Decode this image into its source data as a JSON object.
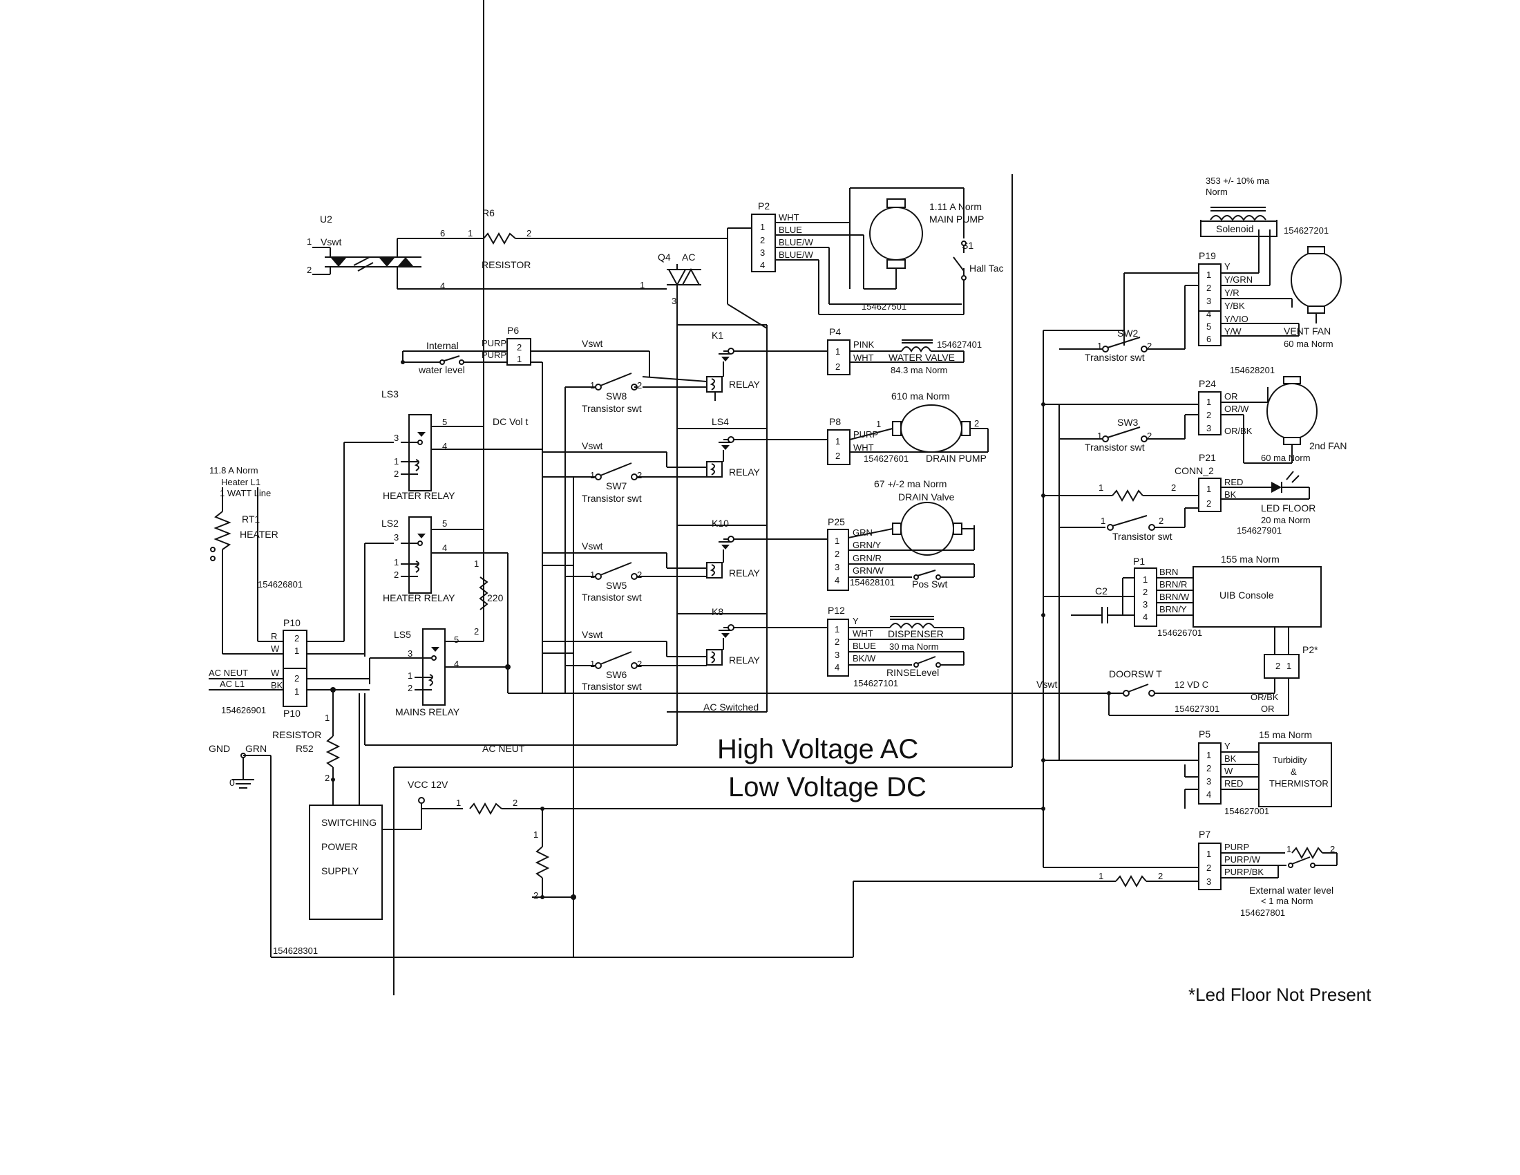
{
  "u2": {
    "ref": "U2",
    "vswt": "Vswt",
    "pin1": "1",
    "pin2": "2",
    "pin6": "6",
    "pin4": "4"
  },
  "r6": {
    "ref": "R6",
    "label": "RESISTOR",
    "pin1": "1",
    "pin2": "2"
  },
  "q4": {
    "ref": "Q4",
    "ac": "AC",
    "pin1": "1",
    "pin3": "3"
  },
  "p2": {
    "ref": "P2",
    "pins": [
      "1",
      "2",
      "3",
      "4"
    ],
    "wires": [
      "WHT",
      "BLUE",
      "BLUE/W",
      "BLUE/W"
    ],
    "part": "154627501"
  },
  "main_pump": {
    "spec": "1.11 A Norm",
    "label": "MAIN PUMP"
  },
  "s1": {
    "ref": "S1",
    "label": "Hall Tac"
  },
  "p6": {
    "ref": "P6",
    "pins": [
      "2",
      "1"
    ],
    "wires": [
      "PURP",
      "PURP"
    ]
  },
  "internal_water": {
    "line1": "Internal",
    "line2": "water level"
  },
  "vswt_labels": [
    "Vswt",
    "Vswt",
    "Vswt",
    "Vswt"
  ],
  "dc_volt": "DC Vol t",
  "k1": {
    "ref": "K1",
    "relay": "RELAY"
  },
  "sw8": {
    "ref": "SW8",
    "label": "Transistor swt"
  },
  "p4": {
    "ref": "P4",
    "pins": [
      "1",
      "2"
    ],
    "wires": [
      "PINK",
      "WHT"
    ],
    "part": "154627401",
    "label": "WATER VALVE",
    "spec": "84.3 ma Norm"
  },
  "ls4": {
    "ref": "LS4",
    "relay": "RELAY"
  },
  "sw7": {
    "ref": "SW7",
    "label": "Transistor swt"
  },
  "p8": {
    "ref": "P8",
    "pins": [
      "1",
      "2"
    ],
    "wires": [
      "PURP",
      "WHT"
    ],
    "part": "154627601",
    "label": "DRAIN PUMP",
    "spec": "610 ma Norm"
  },
  "k10": {
    "ref": "K10",
    "relay": "RELAY"
  },
  "sw5": {
    "ref": "SW5",
    "label": "Transistor swt"
  },
  "p25": {
    "ref": "P25",
    "pins": [
      "1",
      "2",
      "3",
      "4"
    ],
    "wires": [
      "GRN",
      "GRN/Y",
      "GRN/R",
      "GRN/W"
    ],
    "part": "154628101",
    "label": "DRAIN Valve",
    "spec": "67 +/-2 ma Norm",
    "pos": "Pos Swt"
  },
  "k8": {
    "ref": "K8",
    "relay": "RELAY"
  },
  "sw6": {
    "ref": "SW6",
    "label": "Transistor swt"
  },
  "p12": {
    "ref": "P12",
    "pins": [
      "1",
      "2",
      "3",
      "4"
    ],
    "wires": [
      "Y",
      "WHT",
      "BLUE",
      "BK/W"
    ],
    "part": "154627101",
    "label": "DISPENSER",
    "spec": "30 ma Norm",
    "rinse": "RINSELevel"
  },
  "ac_switched": "AC Switched",
  "ls3": {
    "ref": "LS3",
    "label": "HEATER RELAY"
  },
  "ls2": {
    "ref": "LS2",
    "label": "HEATER RELAY",
    "r": "220"
  },
  "ls5": {
    "ref": "LS5",
    "label": "MAINS RELAY"
  },
  "heater": {
    "spec1": "11.8 A Norm",
    "spec2": "Heater L1",
    "spec3": "1 WATT Line",
    "ref": "RT1",
    "label": "HEATER",
    "part": "154626801"
  },
  "p10": {
    "ref": "P10",
    "ref2": "P10",
    "wires": [
      "R",
      "W",
      "W",
      "BK"
    ],
    "pins": [
      "2",
      "1",
      "2",
      "1"
    ],
    "ac_neut": "AC NEUT",
    "ac_l1": "AC L1",
    "part": "154626901"
  },
  "r52": {
    "label": "RESISTOR",
    "ref": "R52"
  },
  "gnd": {
    "gnd": "GND",
    "grn": "GRN",
    "zero": "0"
  },
  "ac_neut2": "AC NEUT",
  "section": {
    "hv": "High Voltage AC",
    "lv": "Low Voltage DC"
  },
  "psu": {
    "l1": "SWITCHING",
    "l2": "POWER",
    "l3": "SUPPLY"
  },
  "vcc": "VCC 12V",
  "bottom_part": "154628301",
  "solenoid": {
    "spec1": "353 +/- 10% ma",
    "spec2": "Norm",
    "label": "Solenoid"
  },
  "p19": {
    "ref": "P19",
    "pins": [
      "1",
      "2",
      "3",
      "4",
      "5",
      "6"
    ],
    "wires": [
      "Y",
      "Y/GRN",
      "Y/R",
      "Y/BK",
      "Y/VIO",
      "Y/W"
    ],
    "part": "154627201"
  },
  "vent_fan": {
    "label": "VENT FAN",
    "spec": "60 ma Norm"
  },
  "sw2": {
    "ref": "SW2",
    "label": "Transistor swt"
  },
  "p24": {
    "ref": "P24",
    "pins": [
      "1",
      "2",
      "3"
    ],
    "wires": [
      "OR",
      "OR/W",
      "OR/BK"
    ],
    "part": "154628201"
  },
  "fan2": {
    "label": "2nd FAN",
    "spec": "60 ma Norm"
  },
  "sw3": {
    "ref": "SW3",
    "label": "Transistor swt"
  },
  "p21": {
    "ref": "P21",
    "conn": "CONN_2",
    "pins": [
      "1",
      "2"
    ],
    "wires": [
      "RED",
      "BK"
    ],
    "label": "LED FLOOR",
    "spec": "20 ma Norm",
    "part": "154627901",
    "r1": "1",
    "r2": "2"
  },
  "trans_swt": "Transistor swt",
  "p1": {
    "ref": "P1",
    "pins": [
      "1",
      "2",
      "3",
      "4"
    ],
    "wires": [
      "BRN",
      "BRN/R",
      "BRN/W",
      "BRN/Y"
    ],
    "part": "154626701",
    "spec": "155 ma Norm",
    "label": "UIB Console"
  },
  "c2": "C2",
  "p2star": {
    "ref": "P2*",
    "pins": [
      "2",
      "1"
    ]
  },
  "door": {
    "label": "DOORSW T",
    "vdc": "12 VD C",
    "part": "154627301",
    "orbk": "OR/BK",
    "or": "OR",
    "vswt": "Vswt"
  },
  "p5": {
    "ref": "P5",
    "pins": [
      "1",
      "2",
      "3",
      "4"
    ],
    "wires": [
      "Y",
      "BK",
      "W",
      "RED"
    ],
    "part": "154627001",
    "spec": "15 ma Norm",
    "l1": "Turbidity",
    "l2": "&",
    "l3": "THERMISTOR"
  },
  "p7": {
    "ref": "P7",
    "pins": [
      "1",
      "2",
      "3"
    ],
    "wires": [
      "PURP",
      "PURP/W",
      "PURP/BK"
    ],
    "part": "154627801",
    "label": "External water level",
    "spec": "< 1 ma Norm",
    "r1": "1",
    "r2": "2"
  },
  "note": "*Led Floor Not Present"
}
